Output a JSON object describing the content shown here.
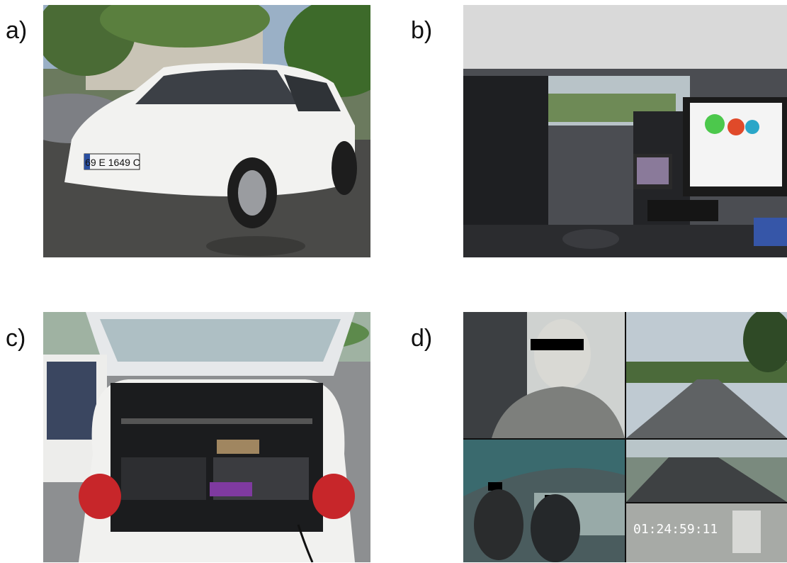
{
  "panels": [
    {
      "label": "a)",
      "subject": "white hatchback car parked outdoors"
    },
    {
      "label": "b)",
      "subject": "car interior with monitors and recording equipment"
    },
    {
      "label": "c)",
      "subject": "open trunk with rack of data acquisition hardware"
    },
    {
      "label": "d)",
      "subject": "quad-view video recording of driver and road"
    }
  ],
  "plate_text": "69 E 1649 C",
  "video_timestamp": "01:24:59:11"
}
